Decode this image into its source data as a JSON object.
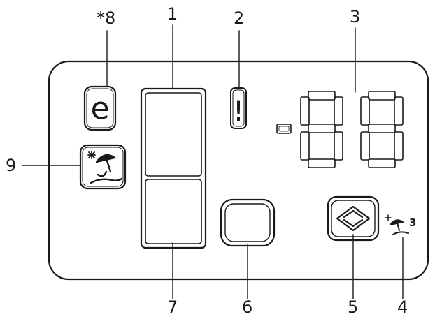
{
  "callouts": [
    {
      "id": "c8",
      "text": "*8"
    },
    {
      "id": "c1",
      "text": "1"
    },
    {
      "id": "c2",
      "text": "2"
    },
    {
      "id": "c3",
      "text": "3"
    },
    {
      "id": "c9",
      "text": "9"
    },
    {
      "id": "c7",
      "text": "7"
    },
    {
      "id": "c6",
      "text": "6"
    },
    {
      "id": "c5",
      "text": "5"
    },
    {
      "id": "c4",
      "text": "4"
    }
  ],
  "panel": {
    "eco_glyph": "e",
    "alarm_glyph": "!",
    "minus_sign": "-",
    "fast_glyph": "3"
  },
  "icons": {
    "eco": "eco-e-icon",
    "holiday": "holiday-umbrella-icon",
    "alarm": "alarm-exclamation-icon",
    "updown": "up-down-arrows-icon",
    "fast": "holiday-fast-icon"
  },
  "colors": {
    "line": "#1a1a1a",
    "fill": "#ffffff"
  }
}
